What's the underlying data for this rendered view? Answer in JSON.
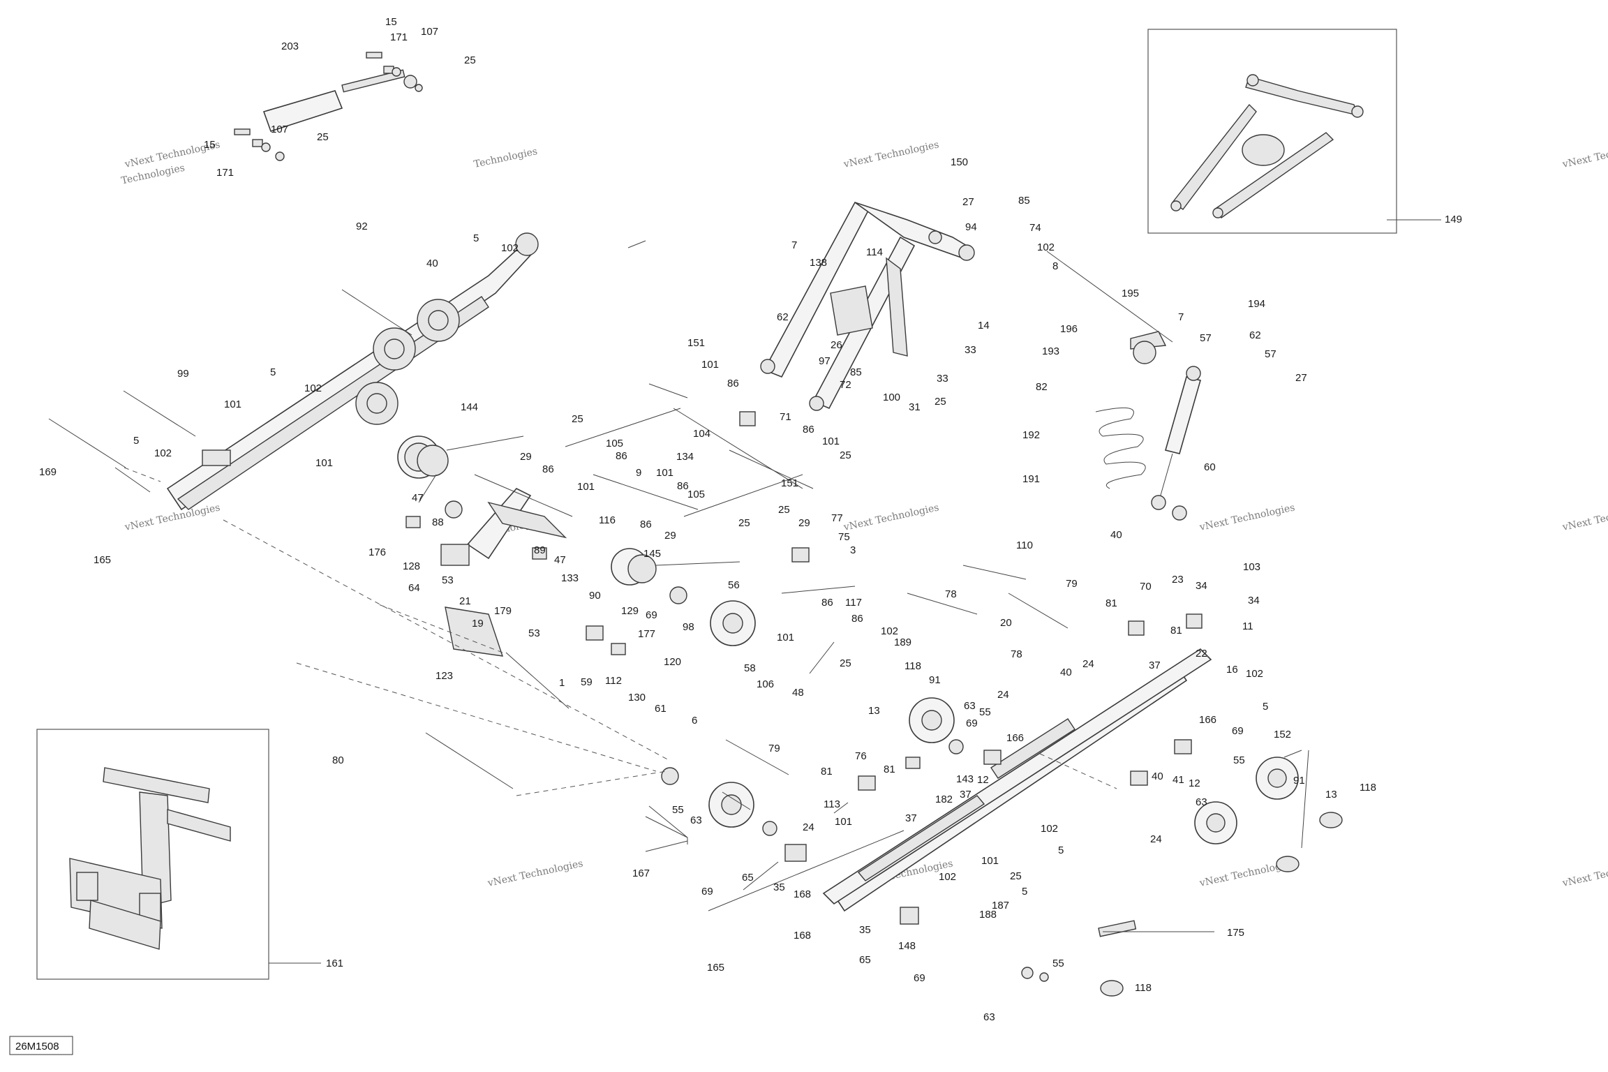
{
  "reference_code": "26M1508",
  "watermark": {
    "line1": "vNext Technologies",
    "line2": "Technologies"
  },
  "callouts": {
    "c203": "203",
    "c15a": "15",
    "c171a": "171",
    "c107a": "107",
    "c25a": "25",
    "c15b": "15",
    "c107b": "107",
    "c25b": "25",
    "c171b": "171",
    "c92": "92",
    "c40a": "40",
    "c5a": "5",
    "c102a": "102",
    "c99": "99",
    "c5b": "5",
    "c102b": "102",
    "c101a": "101",
    "c5c": "5",
    "c102c": "102",
    "c169": "169",
    "c101b": "101",
    "c165a": "165",
    "c144": "144",
    "c47a": "47",
    "c88": "88",
    "c176": "176",
    "c128": "128",
    "c53a": "53",
    "c21": "21",
    "c19": "19",
    "c179": "179",
    "c53b": "53",
    "c64": "64",
    "c123": "123",
    "c1": "1",
    "c59": "59",
    "c151a": "151",
    "c101c": "101",
    "c86a": "86",
    "c104": "104",
    "c25c": "25",
    "c29a": "29",
    "c105a": "105",
    "c86b": "86",
    "c86c": "86",
    "c134": "134",
    "c101d": "101",
    "c9": "9",
    "c101e": "101",
    "c86d": "86",
    "c105b": "105",
    "c86e": "86",
    "c29b": "29",
    "c25d": "25",
    "c116": "116",
    "c89": "89",
    "c47b": "47",
    "c133": "133",
    "c90": "90",
    "c145": "145",
    "c71": "71",
    "c86f": "86",
    "c101f": "101",
    "c25e": "25",
    "c151b": "151",
    "c25f": "25",
    "c29c": "29",
    "c77": "77",
    "c75": "75",
    "c3": "3",
    "c150": "150",
    "c27a": "27",
    "c94": "94",
    "c85a": "85",
    "c74": "74",
    "c102d": "102",
    "c8": "8",
    "c7a": "7",
    "c138": "138",
    "c114": "114",
    "c62a": "62",
    "c14": "14",
    "c26": "26",
    "c33a": "33",
    "c97": "97",
    "c85b": "85",
    "c33b": "33",
    "c72": "72",
    "c100": "100",
    "c25g": "25",
    "c31": "31",
    "c149": "149",
    "c195": "195",
    "c7b": "7",
    "c194": "194",
    "c196": "196",
    "c57a": "57",
    "c62b": "62",
    "c193": "193",
    "c57b": "57",
    "c27b": "27",
    "c82": "82",
    "c192": "192",
    "c191": "191",
    "c60": "60",
    "c40b": "40",
    "c110": "110",
    "c79a": "79",
    "c78a": "78",
    "c20": "20",
    "c78b": "78",
    "c81a": "81",
    "c70": "70",
    "c23": "23",
    "c34a": "34",
    "c103": "103",
    "c34b": "34",
    "c81b": "81",
    "c11": "11",
    "c37a": "37",
    "c22": "22",
    "c16": "16",
    "c102e": "102",
    "c24a": "24",
    "c40c": "40",
    "c5d": "5",
    "c166a": "166",
    "c24b": "24",
    "c166b": "166",
    "c69a": "69",
    "c56": "56",
    "c98": "98",
    "c129": "129",
    "c177": "177",
    "c120": "120",
    "c112": "112",
    "c130": "130",
    "c61": "61",
    "c6": "6",
    "c86g": "86",
    "c117": "117",
    "c86h": "86",
    "c101g": "101",
    "c58": "58",
    "c106": "106",
    "c25h": "25",
    "c48": "48",
    "c102f": "102",
    "c189": "189",
    "c118a": "118",
    "c13a": "13",
    "c91a": "91",
    "c63a": "63",
    "c55a": "55",
    "c69b": "69",
    "c76": "76",
    "c81c": "81",
    "c143": "143",
    "c12a": "12",
    "c182": "182",
    "c37b": "37",
    "c81d": "81",
    "c113": "113",
    "c37c": "37",
    "c79b": "79",
    "c80": "80",
    "c55b": "55",
    "c63b": "63",
    "c167": "167",
    "c101h": "101",
    "c24c": "24",
    "c65a": "65",
    "c35a": "35",
    "c168a": "168",
    "c69c": "69",
    "c102g": "102",
    "c5e": "5",
    "c101i": "101",
    "c102h": "102",
    "c25i": "25",
    "c5f": "5",
    "c187": "187",
    "c188": "188",
    "c168b": "168",
    "c35b": "35",
    "c148": "148",
    "c65b": "65",
    "c69d": "69",
    "c165b": "165",
    "c175": "175",
    "c55c": "55",
    "c63c": "63",
    "c118b": "118",
    "c152": "152",
    "c69e": "69",
    "c41": "41",
    "c12b": "12",
    "c55d": "55",
    "c91b": "91",
    "c63d": "63",
    "c40d": "40",
    "c13b": "13",
    "c118c": "118",
    "c24d": "24",
    "c161": "161"
  }
}
